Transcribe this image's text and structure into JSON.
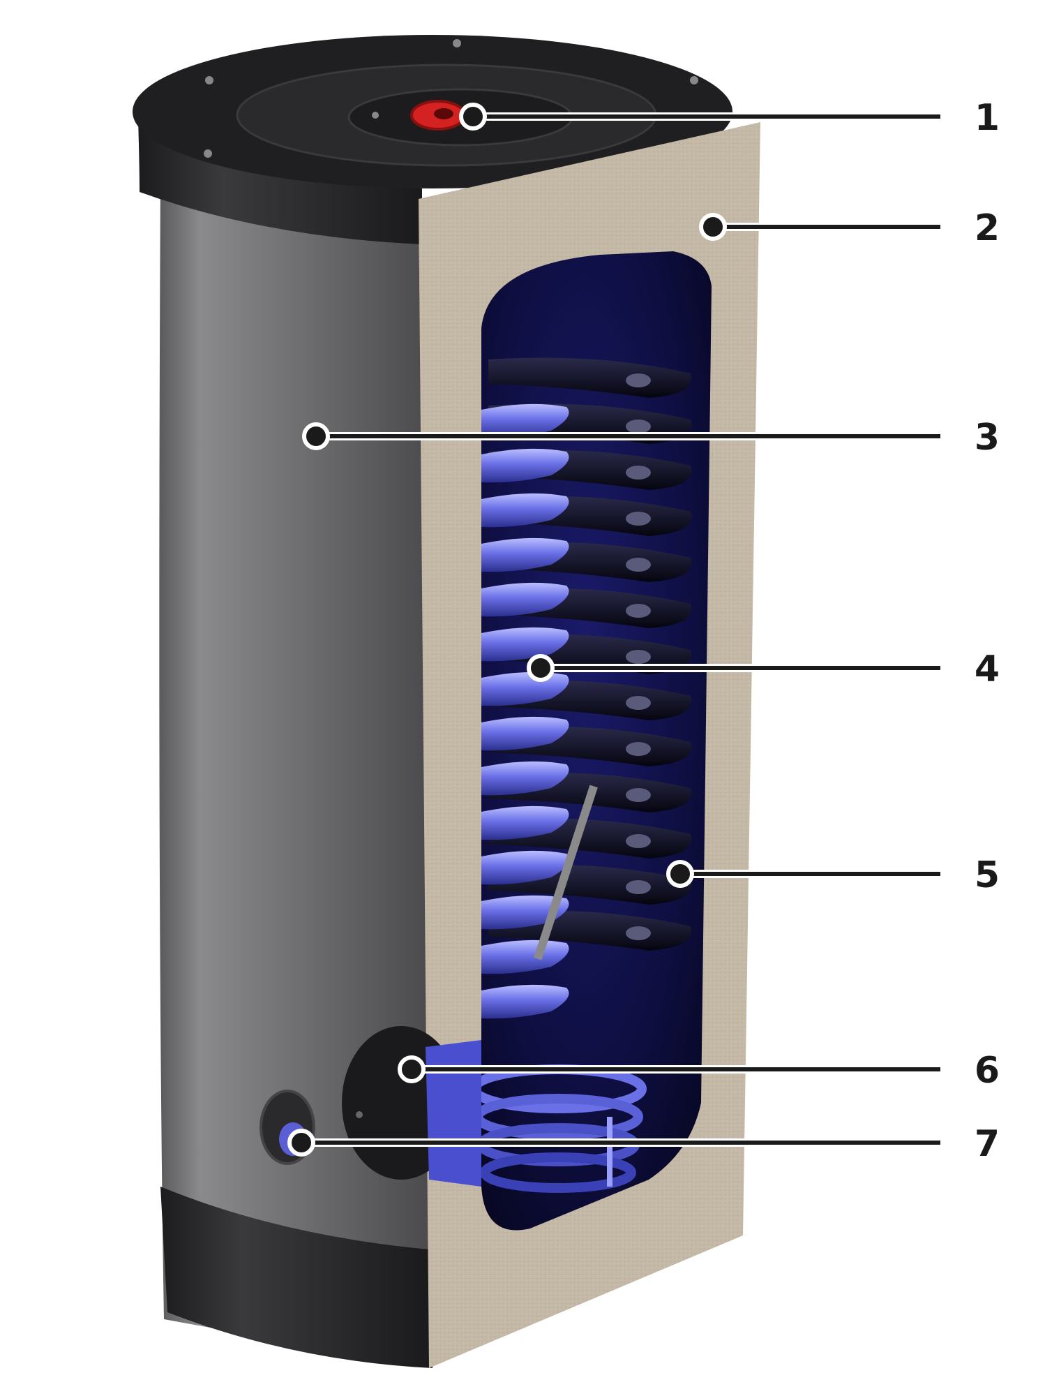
{
  "diagram": {
    "callouts": [
      {
        "id": "1",
        "label": "1"
      },
      {
        "id": "2",
        "label": "2"
      },
      {
        "id": "3",
        "label": "3"
      },
      {
        "id": "4",
        "label": "4"
      },
      {
        "id": "5",
        "label": "5"
      },
      {
        "id": "6",
        "label": "6"
      },
      {
        "id": "7",
        "label": "7"
      }
    ],
    "colors": {
      "shell": "#6f6f71",
      "shell_dark": "#262628",
      "insulation": "#c2b6a4",
      "interior": "#0b0b2a",
      "coil": "#5a5fd6",
      "coil_highlight": "#9fa6ff",
      "port_red": "#d42222",
      "callout_line": "#1a1a1a",
      "callout_dot": "#1a1a1a"
    }
  }
}
